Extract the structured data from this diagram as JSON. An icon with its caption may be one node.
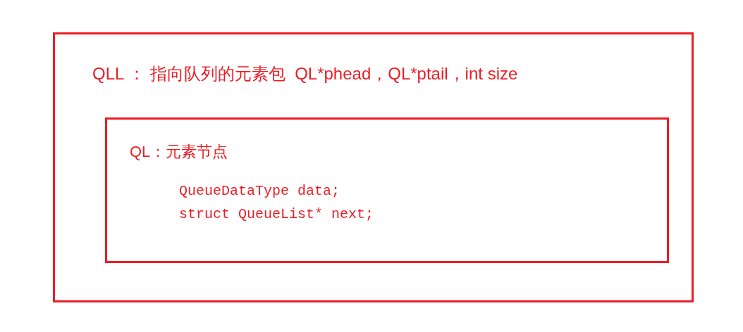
{
  "diagram": {
    "nodes": [
      {
        "text": [
          "QLL ： 指向队列的元素包  QL*phead，QL*ptail，int size"
        ]
      },
      {
        "text": [
          "QL：元素节点",
          "QueueDataType data;",
          "struct QueueList* next;"
        ],
        "in": 0
      }
    ]
  }
}
